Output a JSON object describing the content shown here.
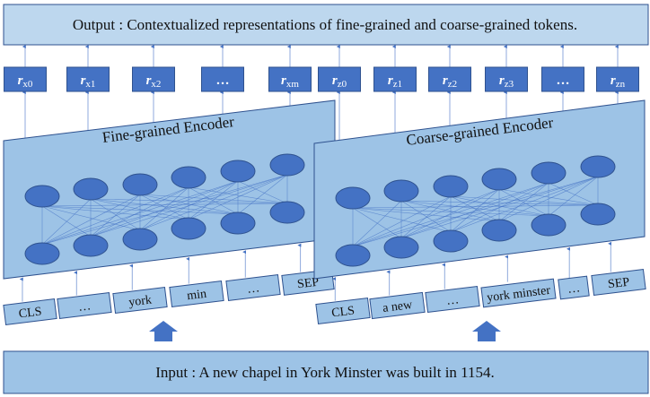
{
  "output_box": {
    "label": "Output : Contextualized representations of fine-grained and coarse-grained tokens."
  },
  "input_box": {
    "label": "Input : A new chapel in York Minster was built in 1154."
  },
  "fine_encoder": {
    "title": "Fine-grained Encoder",
    "representations": [
      {
        "base": "r",
        "sub": "x0"
      },
      {
        "base": "r",
        "sub": "x1"
      },
      {
        "base": "r",
        "sub": "x2"
      },
      {
        "base": "…",
        "sub": ""
      },
      {
        "base": "r",
        "sub": "xm"
      }
    ],
    "tokens": [
      "CLS",
      "…",
      "york",
      "min",
      "…",
      "SEP"
    ]
  },
  "coarse_encoder": {
    "title": "Coarse-grained Encoder",
    "representations": [
      {
        "base": "r",
        "sub": "z0"
      },
      {
        "base": "r",
        "sub": "z1"
      },
      {
        "base": "r",
        "sub": "z2"
      },
      {
        "base": "r",
        "sub": "z3"
      },
      {
        "base": "…",
        "sub": ""
      },
      {
        "base": "r",
        "sub": "zn"
      }
    ],
    "tokens": [
      "CLS",
      "a new",
      "…",
      "york minster",
      "…",
      "SEP"
    ]
  },
  "colors": {
    "light_fill": "#9dc3e6",
    "output_fill": "#bdd7ee",
    "dark_fill": "#4472c4",
    "border": "#2f528f",
    "arrow": "#4472c4",
    "connector": "#8faadc"
  }
}
